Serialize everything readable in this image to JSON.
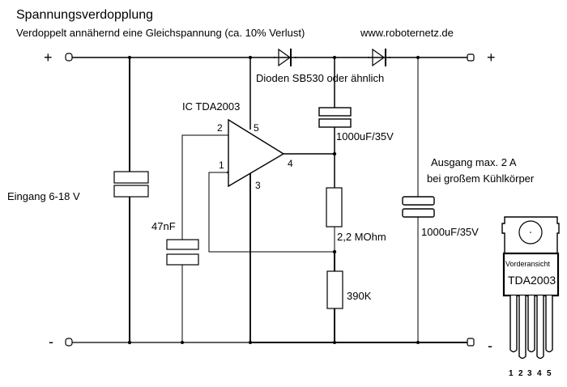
{
  "header": {
    "title": "Spannungsverdopplung",
    "subtitle": "Verdoppelt annähernd eine Gleichspannung (ca. 10% Verlust)",
    "website": "www.roboternetz.de"
  },
  "terminals": {
    "input_plus": "+",
    "input_minus": "-",
    "output_plus": "+",
    "output_minus": "-"
  },
  "labels": {
    "diodes": "Dioden SB530 oder ähnlich",
    "ic": "IC TDA2003",
    "input": "Eingang 6-18 V",
    "output_line1": "Ausgang max. 2 A",
    "output_line2": "bei großem Kühlkörper",
    "cap_top": "1000uF/35V",
    "cap_out": "1000uF/35V",
    "cap_small": "47nF",
    "res_top": "2,2 MOhm",
    "res_bottom": "390K"
  },
  "ic_pins": {
    "p1": "1",
    "p2": "2",
    "p3": "3",
    "p4": "4",
    "p5": "5"
  },
  "package": {
    "view_label": "Vorderansicht",
    "part": "TDA2003",
    "pins": [
      "1",
      "2",
      "3",
      "4",
      "5"
    ]
  }
}
